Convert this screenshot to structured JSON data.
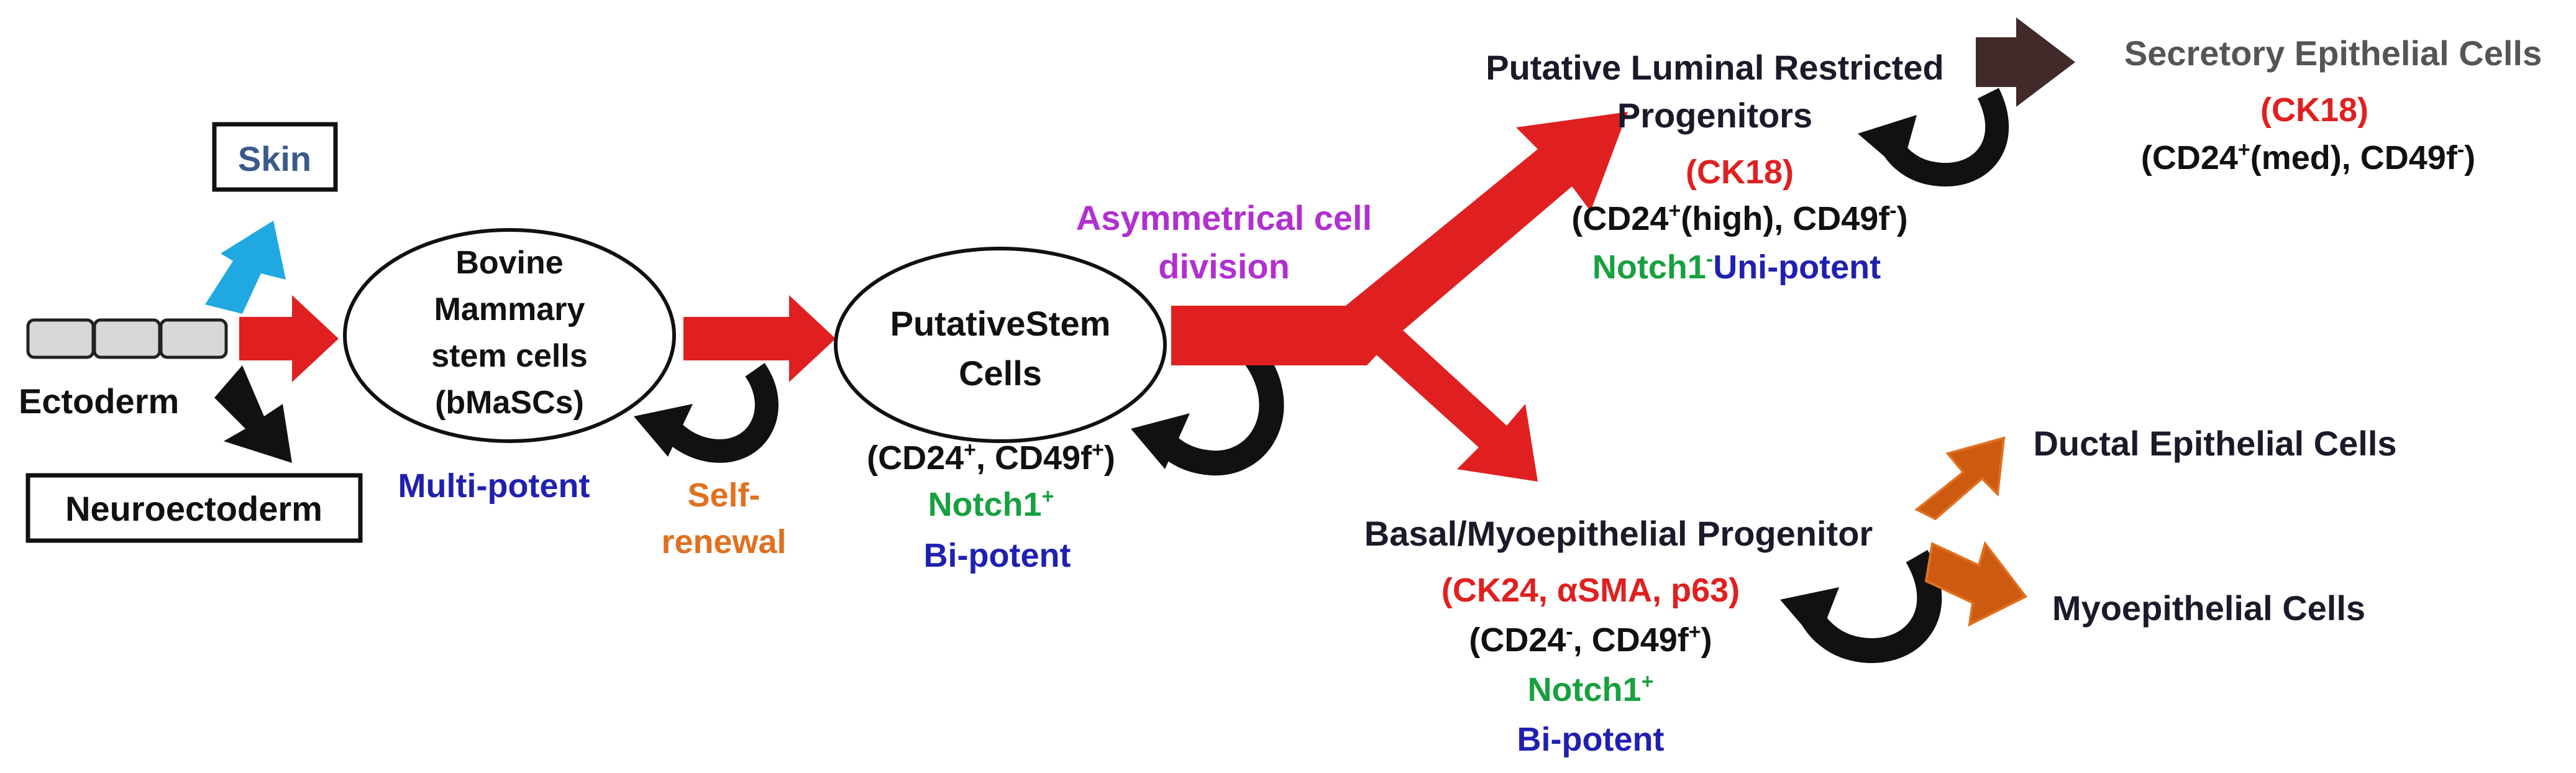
{
  "colors": {
    "black": "#111111",
    "red": "#e02020",
    "darkred": "#c81010",
    "orange": "#e07020",
    "orange_fill": "#cc5a10",
    "green": "#18a040",
    "blue": "#2020b0",
    "purple": "#b030d0",
    "slate": "#3a5a8a",
    "sky": "#20a8e0",
    "gray": "#555555",
    "darkbrown": "#402a2a"
  },
  "origin": {
    "skin": "Skin",
    "ectoderm": "Ectoderm",
    "neuroectoderm": "Neuroectoderm"
  },
  "bmascs": {
    "line1": "Bovine",
    "line2": "Mammary",
    "line3": "stem cells",
    "line4": "(bMaSCs)",
    "potency": "Multi-potent"
  },
  "self_renewal": {
    "line1": "Self-",
    "line2": "renewal"
  },
  "putative_stem": {
    "line1": "PutativeStem",
    "line2": "Cells",
    "markers_cd24": "(CD24",
    "markers_cd24_sup": "+",
    "markers_sep": ", CD49f",
    "markers_cd49_sup": "+",
    "markers_close": ")",
    "notch": "Notch1",
    "notch_sup": "+",
    "potency": "Bi-potent"
  },
  "asym": {
    "line1": "Asymmetrical cell",
    "line2": "division"
  },
  "luminal": {
    "line1": "Putative Luminal Restricted",
    "line2": "Progenitors",
    "ck": "(CK18)",
    "markers_a": "(CD24",
    "markers_a_sup": "+",
    "markers_b": "(high), CD49f",
    "markers_b_sup": "-",
    "markers_c": ")",
    "notch": "Notch1",
    "notch_sup": "-",
    "potency": "Uni-potent"
  },
  "secretory": {
    "title": "Secretory Epithelial Cells",
    "ck": "(CK18)",
    "markers_a": "(CD24",
    "markers_a_sup": "+",
    "markers_b": "(med), CD49f",
    "markers_b_sup": "-",
    "markers_c": ")"
  },
  "basal": {
    "title": "Basal/Myoepithelial Progenitor",
    "ck": "(CK24, αSMA, p63)",
    "markers_a": "(CD24",
    "markers_a_sup": "-",
    "markers_b": ", CD49f",
    "markers_b_sup": "+",
    "markers_c": ")",
    "notch": "Notch1",
    "notch_sup": "+",
    "potency": "Bi-potent"
  },
  "ductal": {
    "title": "Ductal Epithelial Cells"
  },
  "myoepithelial": {
    "title": "Myoepithelial Cells"
  }
}
